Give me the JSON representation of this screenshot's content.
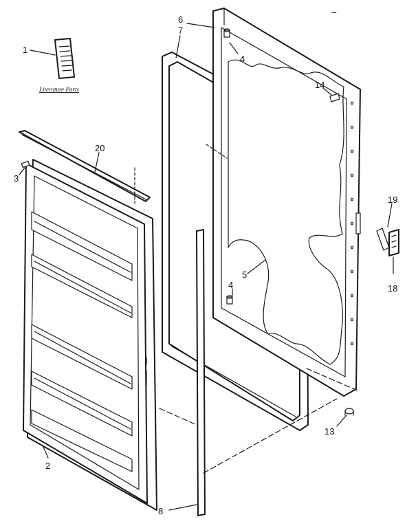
{
  "diagram": {
    "caption": "Literature Parts",
    "dash_mark": "–",
    "callouts": {
      "c1": "1",
      "c2": "2",
      "c3": "3",
      "c4a": "4",
      "c4b": "4",
      "c5": "5",
      "c6": "6",
      "c7": "7",
      "c8": "8",
      "c13": "13",
      "c14": "14",
      "c18": "18",
      "c19": "19",
      "c20": "20"
    }
  }
}
